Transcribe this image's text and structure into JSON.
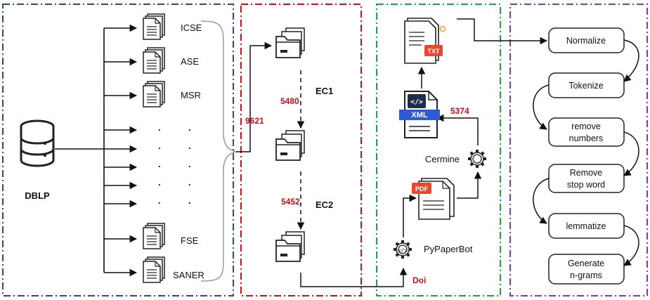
{
  "source": {
    "label": "DBLP"
  },
  "venues": [
    {
      "name": "ICSE"
    },
    {
      "name": "ASE"
    },
    {
      "name": "MSR"
    },
    {
      "name": "FSE"
    },
    {
      "name": "SANER"
    }
  ],
  "ellipsis": ".",
  "counts": {
    "merged": "9621",
    "ec1": "5480",
    "ec2": "5452",
    "xml": "5374"
  },
  "criteria": {
    "ec1": "EC1",
    "ec2": "EC2"
  },
  "tools": {
    "cermine": "Cermine",
    "pypaperbot": "PyPaperBot",
    "doi": "Doi"
  },
  "file_badges": {
    "txt": "TXT",
    "xml": "XML",
    "pdf": "PDF"
  },
  "preprocessing_steps": [
    {
      "lines": [
        "Normalize"
      ]
    },
    {
      "lines": [
        "Tokenize"
      ]
    },
    {
      "lines": [
        "remove",
        "numbers"
      ]
    },
    {
      "lines": [
        "Remove",
        "stop word"
      ]
    },
    {
      "lines": [
        "lemmatize"
      ]
    },
    {
      "lines": [
        "Generate",
        "n-grams"
      ]
    }
  ],
  "panel_colors": {
    "collection": "#2f4a7a",
    "filtering": "#c0121a",
    "extraction": "#1fa34a",
    "preprocessing": "#7a3fa8"
  }
}
